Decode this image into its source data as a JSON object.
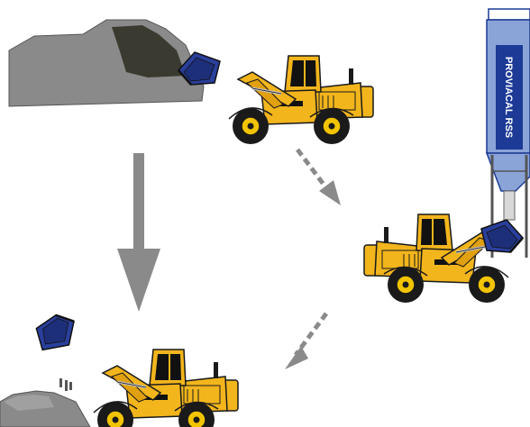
{
  "diagram": {
    "silo": {
      "label": "PROVIACAL RSS",
      "label_color": "#ffffff",
      "body_color": "#8ba4d8",
      "band_color": "#1c3a96"
    },
    "colors": {
      "loader_yellow": "#f2b51c",
      "bucket_blue": "#2a3f9c",
      "material_gray": "#8a8a8a",
      "material_dark": "#3a3a30",
      "arrow_gray": "#8a8a8a",
      "tire_dark": "#1a1a1a",
      "hub_yellow": "#f2c400"
    },
    "nodes": [
      {
        "id": "stockpile-loader",
        "role": "loader scooping from material pile"
      },
      {
        "id": "silo-loader",
        "role": "loader filling bucket under silo discharge"
      },
      {
        "id": "dump-loader",
        "role": "loader dumping treated material"
      }
    ],
    "edges": [
      {
        "from": "stockpile-loader",
        "to": "dump-loader",
        "style": "solid"
      },
      {
        "from": "stockpile-loader",
        "to": "silo-loader",
        "style": "dashed"
      },
      {
        "from": "silo-loader",
        "to": "dump-loader",
        "style": "dashed"
      }
    ]
  }
}
